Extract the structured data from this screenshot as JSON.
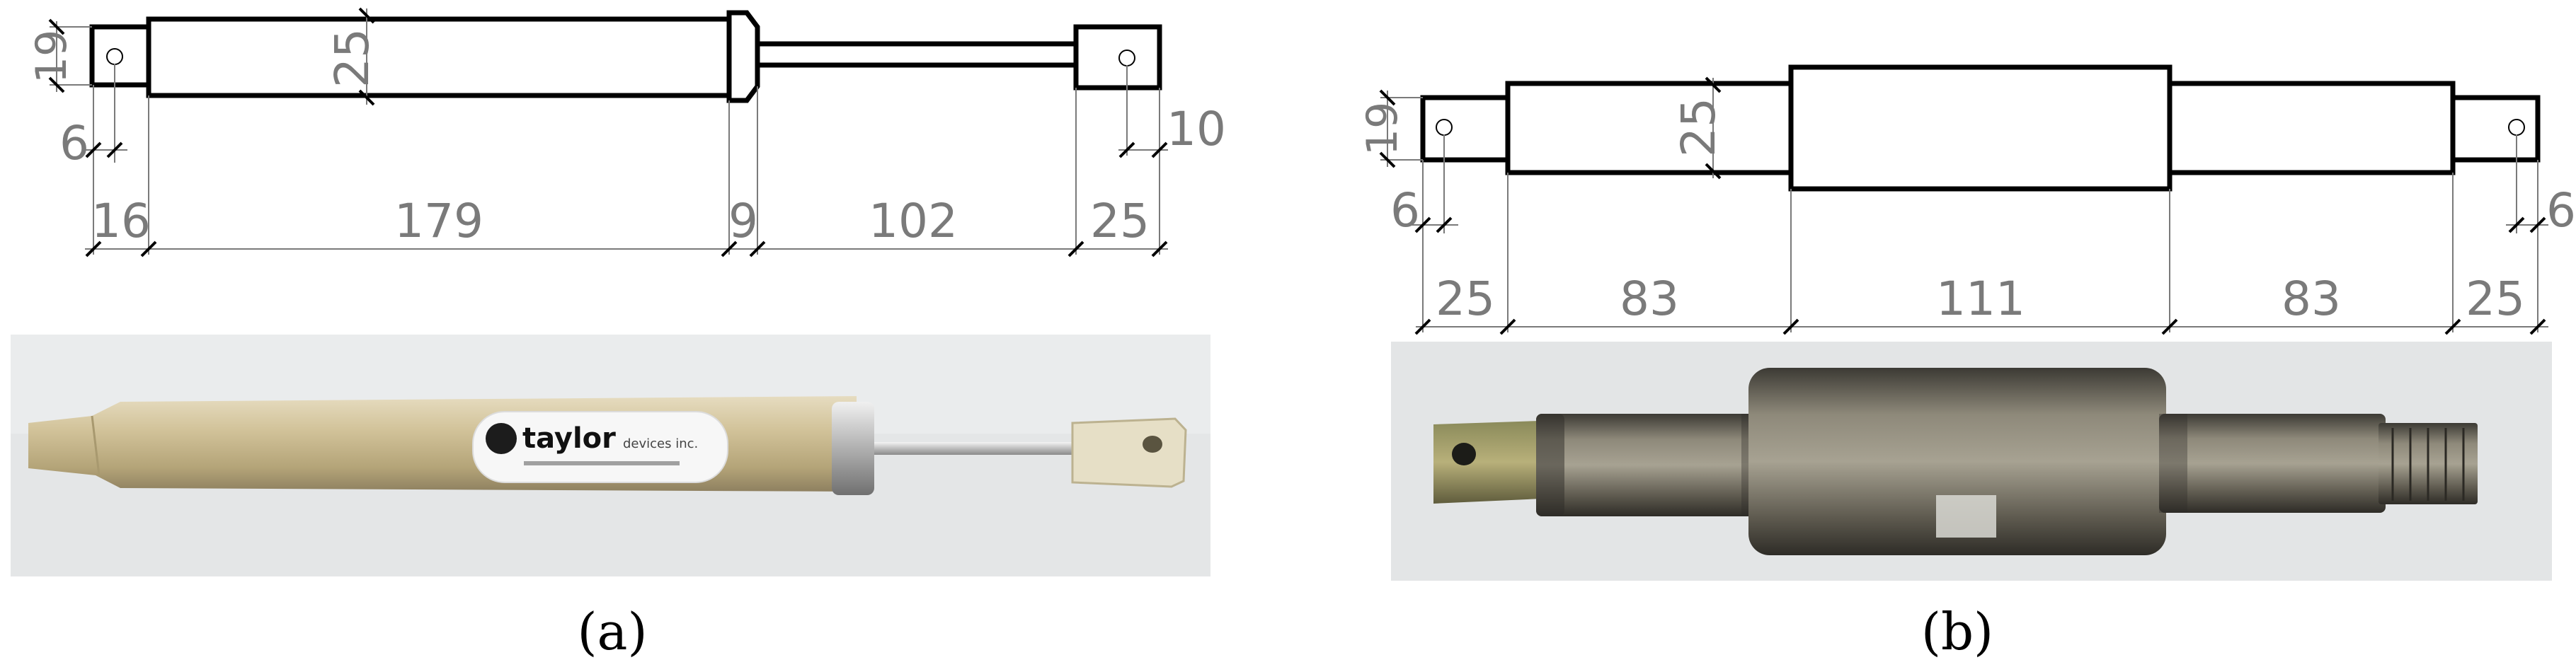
{
  "panel_a": {
    "caption": "(a)",
    "dims": {
      "height": "19",
      "width_body": "25",
      "left_hole": "6",
      "right_hole": "10",
      "seg1": "16",
      "seg2": "179",
      "seg3": "9",
      "seg4": "102",
      "seg5": "25"
    },
    "photo": {
      "brand": "taylor",
      "brand_suffix": "devices inc."
    }
  },
  "panel_b": {
    "caption": "(b)",
    "dims": {
      "height": "19",
      "width_body": "25",
      "left_hole": "6",
      "right_hole": "6",
      "seg1": "25",
      "seg2": "83",
      "seg3": "111",
      "seg4": "83",
      "seg5": "25"
    }
  },
  "colors": {
    "line": "#000000",
    "dim_text": "#7a7a7a",
    "photo_bg": "#e4e6e7",
    "damper_metal": "#c9b98f",
    "shaft_metal": "#6e6a5e"
  }
}
